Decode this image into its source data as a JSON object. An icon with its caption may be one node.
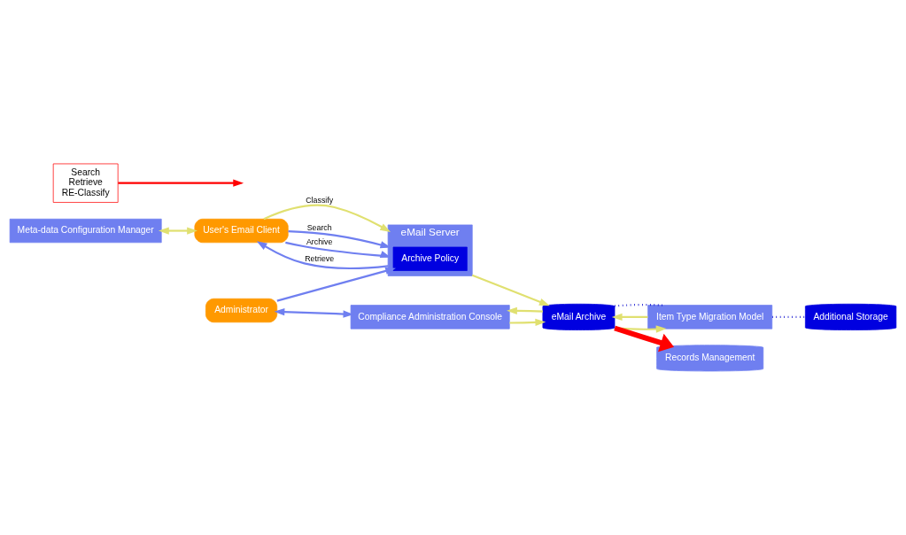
{
  "diagram": {
    "nodes": [
      {
        "text": [
          "Meta-data Configuration Manager"
        ]
      },
      {
        "text": [
          "User's Email Client"
        ]
      },
      {
        "text": [
          "Administrator"
        ]
      },
      {
        "text": [
          "Search",
          "Retrieve",
          "RE-Classify"
        ]
      },
      {
        "text": [
          "eMail Server"
        ]
      },
      {
        "text": [
          "Archive Policy"
        ],
        "in": 4
      },
      {
        "text": [
          "Compliance Administration Console"
        ]
      },
      {
        "text": [
          "eMail Archive"
        ]
      },
      {
        "text": [
          "Item Type Migration Model"
        ]
      },
      {
        "text": [
          "Additional Storage"
        ]
      },
      {
        "text": [
          "Records Management"
        ]
      }
    ],
    "edges": [
      {
        "from": 0,
        "to": 1,
        "arrow": "both"
      },
      {
        "from": 1,
        "to": 4,
        "arrow": "to",
        "label": "Classify"
      },
      {
        "from": 1,
        "to": 4,
        "arrow": "to",
        "label": "Search",
        "color": "#6f7ff0"
      },
      {
        "from": 1,
        "to": 4,
        "arrow": "to",
        "label": "Archive",
        "color": "#6f7ff0"
      },
      {
        "from": 4,
        "to": 1,
        "arrow": "to",
        "label": "Retrieve",
        "color": "#6f7ff0"
      },
      {
        "from": 2,
        "to": 5,
        "arrow": "to",
        "color": "#6f7ff0"
      },
      {
        "from": 2,
        "to": 6,
        "arrow": "both",
        "color": "#6f7ff0"
      },
      {
        "from": 3,
        "to": null,
        "arrow": "to",
        "color": "#ff0000"
      },
      {
        "from": 4,
        "to": 7,
        "arrow": "to"
      },
      {
        "from": 7,
        "to": 6,
        "arrow": "to"
      },
      {
        "from": 6,
        "to": 7,
        "arrow": "to"
      },
      {
        "from": 7,
        "to": 8,
        "arrow": "to"
      },
      {
        "from": 8,
        "to": 7,
        "arrow": "to"
      },
      {
        "from": 7,
        "to": 10,
        "arrow": "to",
        "style": "thick",
        "color": "#ff0000"
      },
      {
        "from": 7,
        "to": 8,
        "arrow": "none",
        "style": "dashed",
        "color": "#0000cc"
      },
      {
        "from": 8,
        "to": 9,
        "arrow": "none",
        "style": "dashed",
        "color": "#0000cc"
      }
    ]
  }
}
